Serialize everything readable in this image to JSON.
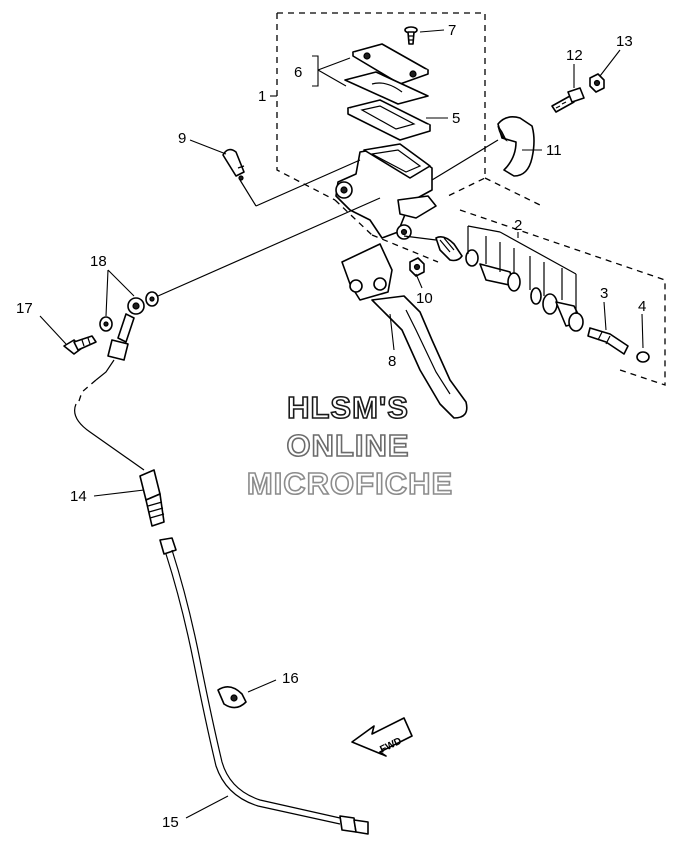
{
  "callouts": {
    "c1": "1",
    "c2": "2",
    "c3": "3",
    "c4": "4",
    "c5": "5",
    "c6": "6",
    "c7": "7",
    "c8": "8",
    "c9": "9",
    "c10": "10",
    "c11": "11",
    "c12": "12",
    "c13": "13",
    "c14": "14",
    "c15": "15",
    "c16": "16",
    "c17": "17",
    "c18": "18"
  },
  "watermark": {
    "line1": "HLSM'S",
    "line2": "ONLINE",
    "line3": "MICROFICHE",
    "color1": "#1a1a1a",
    "color2": "#6b6b6b",
    "color3": "#8c8c8c"
  },
  "fwd_indicator": {
    "label": "FWD",
    "icon": "direction-arrow-icon"
  }
}
